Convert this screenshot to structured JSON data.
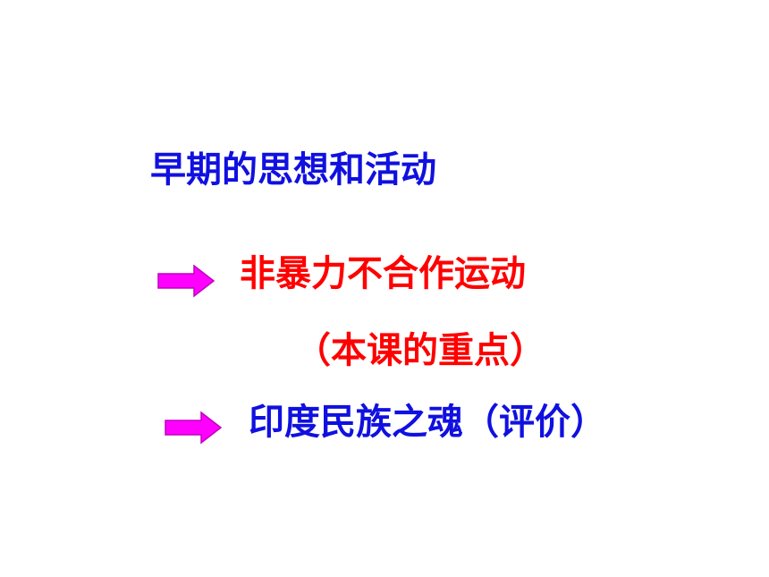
{
  "slide": {
    "title": "早期的思想和活动",
    "points": [
      {
        "text": "非暴力不合作运动",
        "note": "（本课的重点）",
        "color": "#ff0000",
        "icon": "right-arrow-icon"
      },
      {
        "text": "印度民族之魂（评价）",
        "color": "#1010e0",
        "icon": "right-arrow-icon"
      }
    ],
    "title_color": "#1010e0",
    "arrow_color": "#ff00ff"
  }
}
